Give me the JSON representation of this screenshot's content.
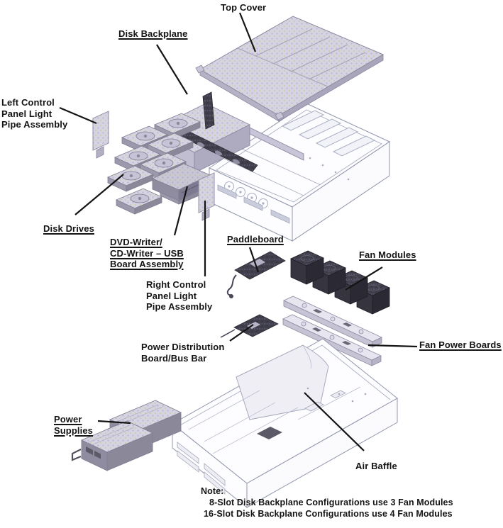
{
  "diagram": {
    "labels": {
      "top_cover": {
        "text": "Top Cover"
      },
      "disk_backplane": {
        "text": "Disk Backplane"
      },
      "left_control": {
        "text": "Left Control\nPanel Light\nPipe Assembly"
      },
      "disk_drives": {
        "text": "Disk Drives"
      },
      "dvd": {
        "text": "DVD-Writer/\nCD-Writer – USB\nBoard Assembly"
      },
      "paddleboard": {
        "text": "Paddleboard"
      },
      "fan_modules": {
        "text": "Fan Modules"
      },
      "right_control": {
        "text": "Right Control\nPanel Light\nPipe Assembly"
      },
      "power_distribution": {
        "text": "Power Distribution\nBoard/Bus Bar"
      },
      "fan_power_boards": {
        "text": "Fan Power Boards"
      },
      "power_supplies": {
        "text": "Power\nSupplies"
      },
      "air_baffle": {
        "text": "Air Baffle"
      }
    },
    "note": {
      "heading": "Note:",
      "line1": "8-Slot Disk Backplane Configurations use 3 Fan Modules",
      "line2": "16-Slot Disk Backplane Configurations use 4 Fan Modules"
    },
    "colors": {
      "background": "#ffffff",
      "label_text": "#141414",
      "leader": "#141414",
      "art_light": "#d6d3e2",
      "art_dark": "#413f4b",
      "outline": "#9096ab"
    }
  }
}
